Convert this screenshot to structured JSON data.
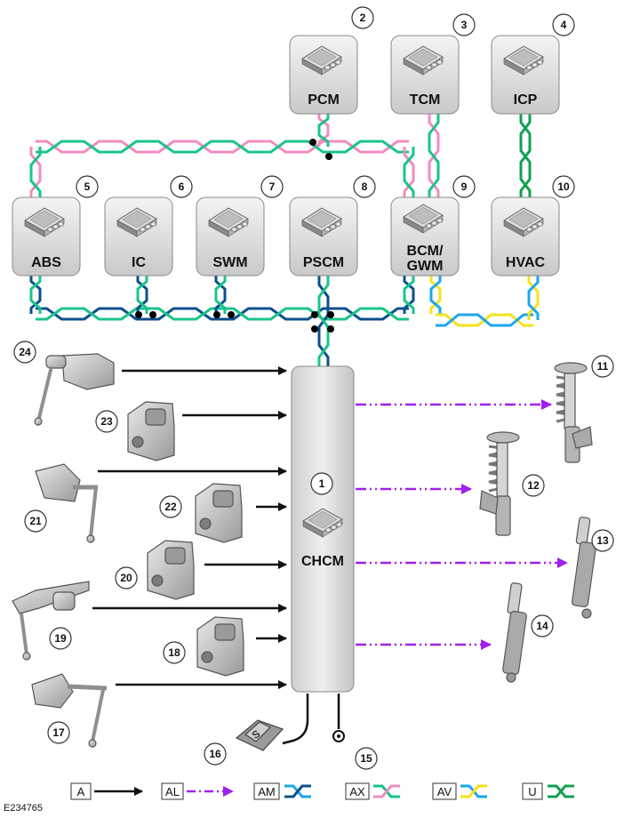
{
  "modules": {
    "chcm": {
      "label": "CHCM",
      "num": "1"
    },
    "pcm": {
      "label": "PCM",
      "num": "2"
    },
    "tcm": {
      "label": "TCM",
      "num": "3"
    },
    "icp": {
      "label": "ICP",
      "num": "4"
    },
    "abs": {
      "label": "ABS",
      "num": "5"
    },
    "ic": {
      "label": "IC",
      "num": "6"
    },
    "swm": {
      "label": "SWM",
      "num": "7"
    },
    "pscm": {
      "label": "PSCM",
      "num": "8"
    },
    "bcm": {
      "label1": "BCM/",
      "label2": "GWM",
      "num": "9"
    },
    "hvac": {
      "label": "HVAC",
      "num": "10"
    }
  },
  "components": {
    "damper_fr": "11",
    "damper_fl": "12",
    "damper_rr": "13",
    "damper_rl": "14",
    "ground": "15",
    "fuse": "16",
    "sensor_17": "17",
    "sensor_18": "18",
    "sensor_19": "19",
    "sensor_20": "20",
    "sensor_21": "21",
    "sensor_22": "22",
    "sensor_23": "23",
    "sensor_24": "24"
  },
  "key": [
    {
      "code": "A",
      "type": "arrow"
    },
    {
      "code": "AL",
      "type": "dashdot-arrow"
    },
    {
      "code": "AM",
      "type": "twisted",
      "colors": [
        "#1aa7ec",
        "#0b4f8c"
      ]
    },
    {
      "code": "AX",
      "type": "twisted",
      "colors": [
        "#19c48a",
        "#f08cc0"
      ]
    },
    {
      "code": "AV",
      "type": "twisted",
      "colors": [
        "#1aa7ec",
        "#f6e21a"
      ]
    },
    {
      "code": "U",
      "type": "twisted",
      "colors": [
        "#10a050",
        "#10a050"
      ]
    }
  ],
  "ref": "E234765",
  "colors": {
    "green": "#19c48a",
    "pink": "#f08cc0",
    "navy": "#0b4f8c",
    "cyan": "#1aa7ec",
    "yellow": "#f6e21a",
    "dkgreen": "#10a050",
    "purple": "#a020f0"
  }
}
